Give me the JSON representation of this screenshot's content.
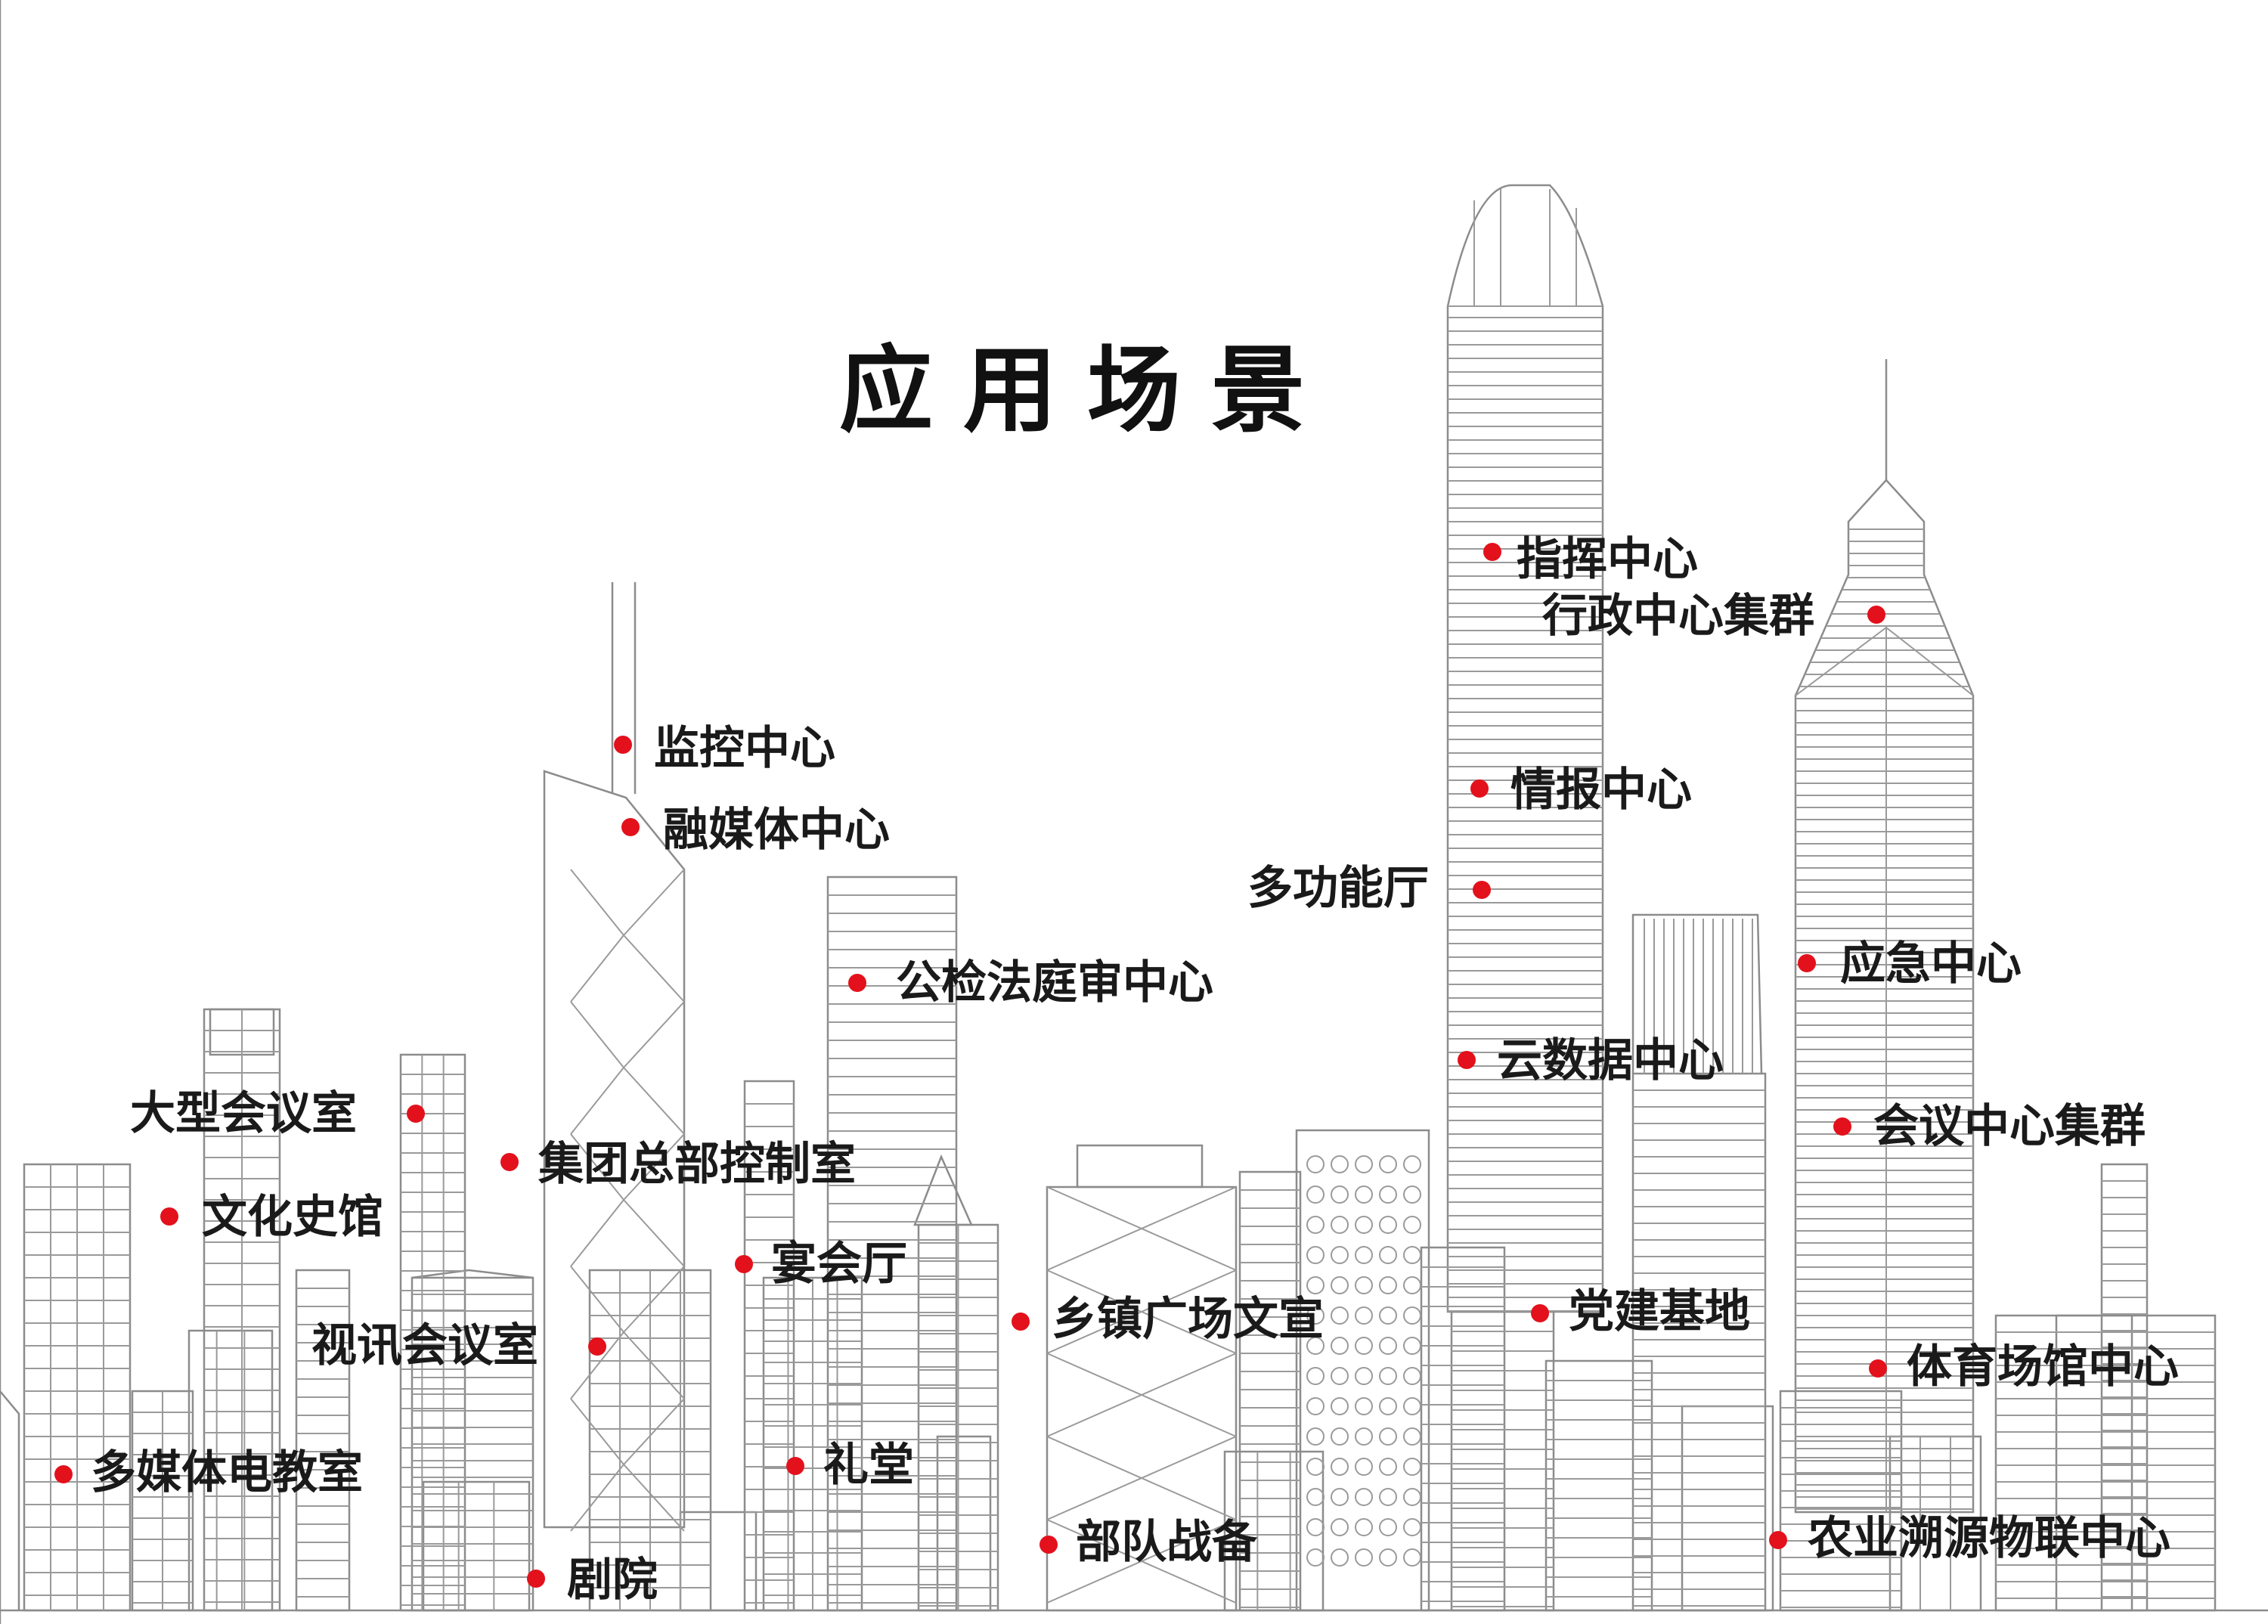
{
  "title": "应用场景",
  "colors": {
    "accent": "#e3111c",
    "line": "#8c8c8c",
    "text": "#1a1a1a"
  },
  "markers": [
    {
      "id": "command-center",
      "label": "指挥中心"
    },
    {
      "id": "admin-center-cluster",
      "label": "行政中心集群"
    },
    {
      "id": "monitor-center",
      "label": "监控中心"
    },
    {
      "id": "media-center",
      "label": "融媒体中心"
    },
    {
      "id": "intelligence-center",
      "label": "情报中心"
    },
    {
      "id": "multifunction-hall",
      "label": "多功能厅"
    },
    {
      "id": "court-center",
      "label": "公检法庭审中心"
    },
    {
      "id": "emergency-center",
      "label": "应急中心"
    },
    {
      "id": "cloud-data-center",
      "label": "云数据中心"
    },
    {
      "id": "large-meeting-room",
      "label": "大型会议室"
    },
    {
      "id": "conference-cluster",
      "label": "会议中心集群"
    },
    {
      "id": "hq-control-room",
      "label": "集团总部控制室"
    },
    {
      "id": "history-museum",
      "label": "文化史馆"
    },
    {
      "id": "banquet-hall",
      "label": "宴会厅"
    },
    {
      "id": "party-base",
      "label": "党建基地"
    },
    {
      "id": "video-meeting-room",
      "label": "视讯会议室"
    },
    {
      "id": "town-square",
      "label": "乡镇广场文宣"
    },
    {
      "id": "stadium-center",
      "label": "体育场馆中心"
    },
    {
      "id": "multimedia-classroom",
      "label": "多媒体电教室"
    },
    {
      "id": "auditorium",
      "label": "礼堂"
    },
    {
      "id": "army-readiness",
      "label": "部队战备"
    },
    {
      "id": "agri-iot-center",
      "label": "农业溯源物联中心"
    },
    {
      "id": "theater",
      "label": "剧院"
    }
  ]
}
